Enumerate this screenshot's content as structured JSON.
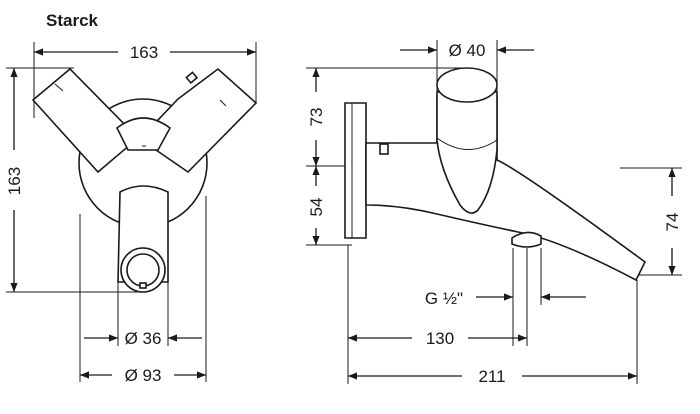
{
  "title": "Starck",
  "front_view": {
    "width_label": "163",
    "height_label": "163",
    "spout_diameter_label": "Ø 36",
    "rosette_diameter_label": "Ø 93"
  },
  "side_view": {
    "handle_diameter_label": "Ø 40",
    "upper_height_label": "73",
    "lower_height_label": "54",
    "spout_drop_label": "74",
    "thread_label": "G ½\"",
    "projection_short_label": "130",
    "projection_total_label": "211"
  }
}
